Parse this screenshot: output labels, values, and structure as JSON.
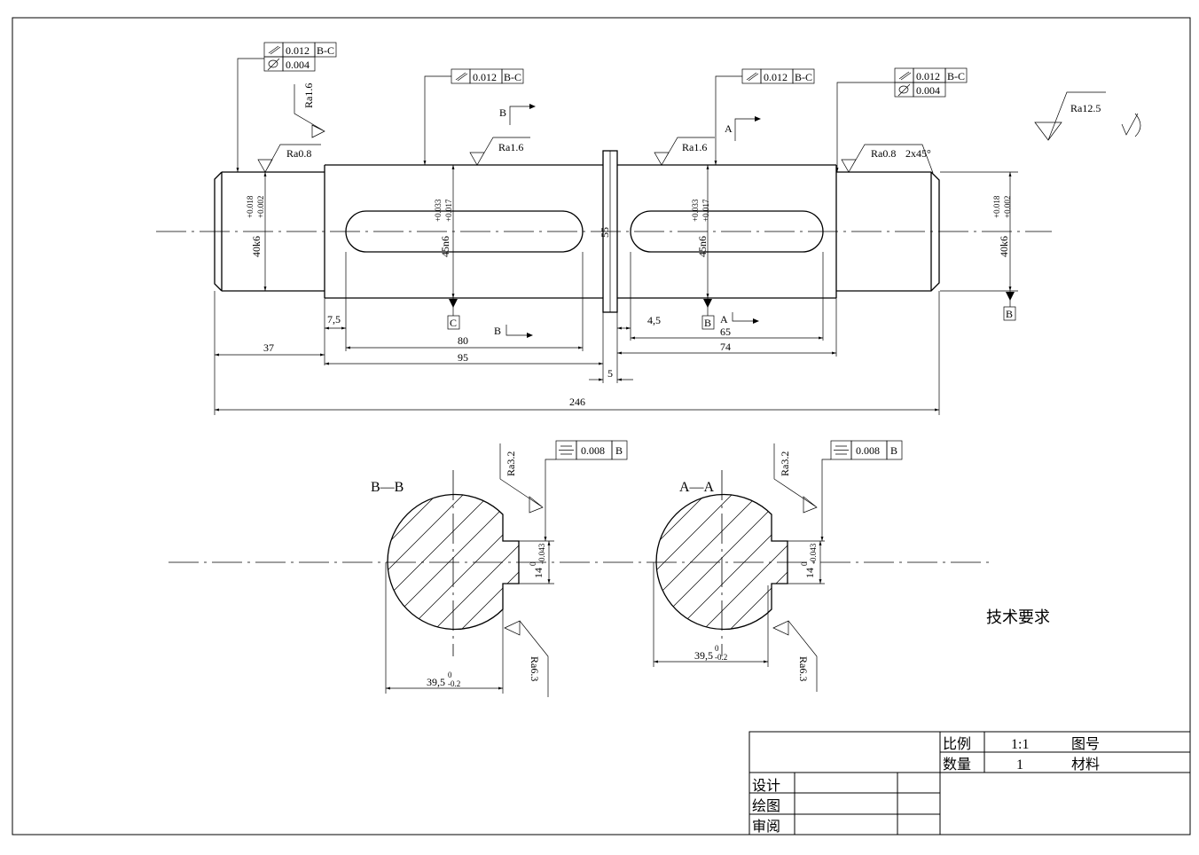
{
  "tolerances": {
    "runout": "0.012",
    "datum_bc": "B-C",
    "cylindricity": "0.004",
    "symmetry": "0.008",
    "datum_b": "B"
  },
  "roughness": {
    "ra16": "Ra1.6",
    "ra08": "Ra0.8",
    "ra125": "Ra12.5",
    "ra32": "Ra3.2",
    "ra63": "Ra6.3"
  },
  "chamfer": "2x45°",
  "diameters": {
    "d40": "40k6",
    "d40_tol_up": "+0.018",
    "d40_tol_low": "+0.002",
    "d45": "45n6",
    "d45_tol_up": "+0.033",
    "d45_tol_low": "+0.017",
    "collar": "55"
  },
  "datums": {
    "a": "A",
    "b": "B",
    "c": "C"
  },
  "dimensions": {
    "d37": "37",
    "d7_5": "7,5",
    "d80": "80",
    "d95": "95",
    "d5": "5",
    "d4_5": "4,5",
    "d65": "65",
    "d74": "74",
    "d246": "246",
    "section_width": "39,5",
    "section_tol_up": "0",
    "section_tol_low": "-0.2",
    "key_width": "14",
    "key_tol_up": "0",
    "key_tol_low": "-0.043"
  },
  "sections": {
    "bb": "B—B",
    "aa": "A—A"
  },
  "tech_requirements": "技术要求",
  "title_block": {
    "scale_label": "比例",
    "scale_value": "1:1",
    "drawing_no_label": "图号",
    "qty_label": "数量",
    "qty_value": "1",
    "material_label": "材料",
    "design_label": "设计",
    "draw_label": "绘图",
    "review_label": "审阅"
  }
}
